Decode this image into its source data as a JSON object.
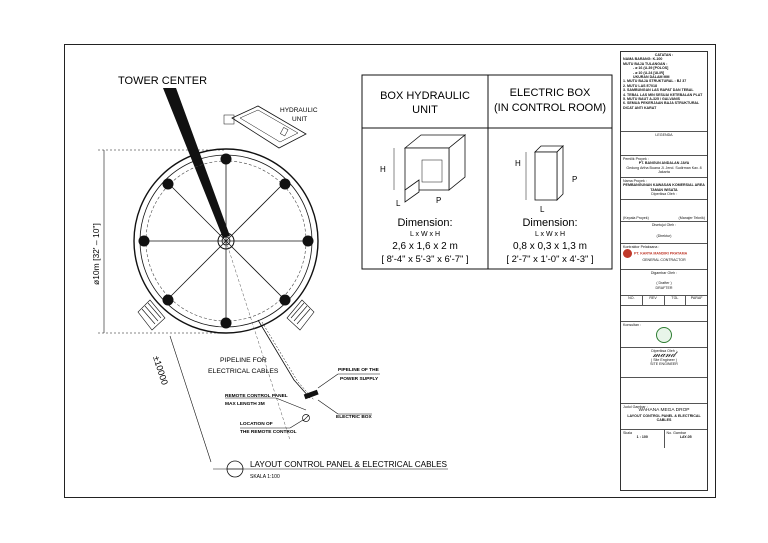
{
  "drawing": {
    "tower_center_label": "TOWER CENTER",
    "hydraulic_label_1": "HYDRAULIC",
    "hydraulic_label_2": "UNIT",
    "diameter_label": "ø10m  [32' – 10\"]",
    "radius_dim_label": "±10000",
    "pipeline_label_1": "PIPELINE FOR",
    "pipeline_label_2": "ELECTRICAL CABLES",
    "pipeline_power_1": "PIPELINE OF THE",
    "pipeline_power_2": "POWER SUPPLY",
    "remote_panel_1": "REMOTE CONTROL PANEL",
    "remote_panel_2": "MAX LENGTH 3M",
    "electric_box_label": "ELECTRIC BOX",
    "location_remote_1": "LOCATION OF",
    "location_remote_2": "THE REMOTE CONTROL",
    "layout_title": "LAYOUT CONTROL PANEL & ELECTRICAL CABLES",
    "layout_scale": "SKALA   1:100"
  },
  "table": {
    "col1_header_1": "BOX HYDRAULIC",
    "col1_header_2": "UNIT",
    "col2_header_1": "ELECTRIC BOX",
    "col2_header_2": "(IN CONTROL ROOM)",
    "dim_label": "Dimension:",
    "dim_formula": "L x W x H",
    "col1_metric": "2,6 x 1,6 x 2 m",
    "col1_imperial": "[ 8'-4\" x 5'-3\" x 6'-7\" ]",
    "col2_metric": "0,8 x 0,3 x 1,3 m",
    "col2_imperial": "[ 2'-7\" x 1'-0\" x 4'-3\" ]",
    "axis_h": "H",
    "axis_l": "L",
    "axis_p": "P"
  },
  "title_block": {
    "catatan": "CATATAN :",
    "notes": [
      "NAMA BARANG: K-100",
      "MUTU BAJA TULANGAN :",
      "- ø 16 (U-39 [POLOS]",
      "- ø 10 (U-24 [ULIR]",
      "UKURAN DALAM MM",
      "1. MUTU BAJA STRUKTURAL : BJ 37",
      "2. MUTU LAS E7018",
      "3. SAMBUNGAN LAS RAPAT DAN TEBAL",
      "4. TEBAL LAS MIN SESUAI KETEBALAN PLAT",
      "5. MUTU BAUT A-325 / GALVANIS",
      "6. SEMUA PEKERJAAN BAJA STRUKTURAL DICAT ANTI KARAT"
    ],
    "legend_label": "LEGENDA",
    "owner_label": "Pemilik Proyek :",
    "owner_name": "PT. BANGUN ANDALAN JAYA",
    "owner_addr": "Gedung Artha Buana Jl. Jend. Sudirman Kav. 8 Jakarta",
    "project_label": "Nama Proyek :",
    "project_name": "PEMBANGUNAN KAWASAN KOMERSIAL AREA TAMAN WISATA",
    "reviewer_label": "Diperiksa Oleh :",
    "sign_left": "(Kepala Proyek)",
    "sign_right": "(Manajer Teknik)",
    "approved_label": "Disetujui Oleh :",
    "sign_center": "(Direktur)",
    "contractor_label": "Kontraktor Pelaksana :",
    "contractor_name": "PT. KARYA MANDIRI PRATAMA",
    "contractor_sub": "GENERAL CONTRACTOR",
    "drawn_label": "Digambar Oleh :",
    "drafter": "( Drafter )",
    "drafter_title": "DRAFTER",
    "cols": [
      "NO.",
      "REV",
      "TGL",
      "PARAF"
    ],
    "consultant_label": "Konsultan :",
    "verified_label": "Diperiksa Oleh :",
    "verified_name": "( Site Engineer )",
    "verified_sub": "SITE ENGINEER",
    "drawing_title_label": "Judul Gambar :",
    "drawing_title_1": "WAHANA MEGA DROP",
    "drawing_title_2": "LAYOUT CONTROL PANEL & ELECTRICAL CABLES",
    "scale_label": "Skala",
    "scale_value": "1 : 100",
    "sheet_label": "No. Gambar",
    "sheet_value": "LAY-05"
  }
}
